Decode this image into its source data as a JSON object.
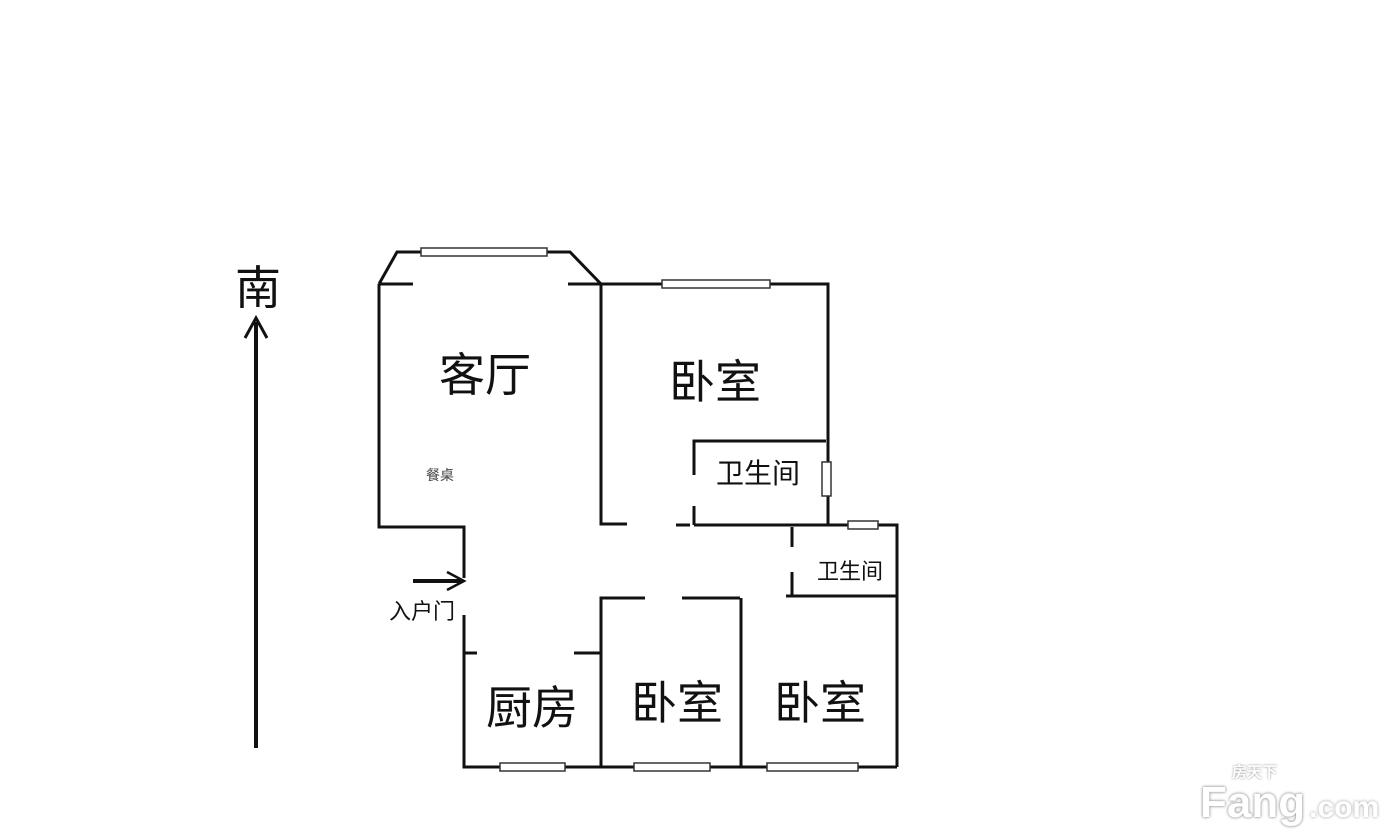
{
  "compass": {
    "label": "南"
  },
  "rooms": {
    "living_room": "客厅",
    "dining_table": "餐桌",
    "master_bedroom": "卧室",
    "master_bathroom": "卫生间",
    "bathroom": "卫生间",
    "entrance_door": "入户门",
    "kitchen": "厨房",
    "bedroom_middle": "卧室",
    "bedroom_right": "卧室"
  },
  "watermark": {
    "cn": "房天下",
    "brand": "Fang",
    "suffix": ".com"
  }
}
